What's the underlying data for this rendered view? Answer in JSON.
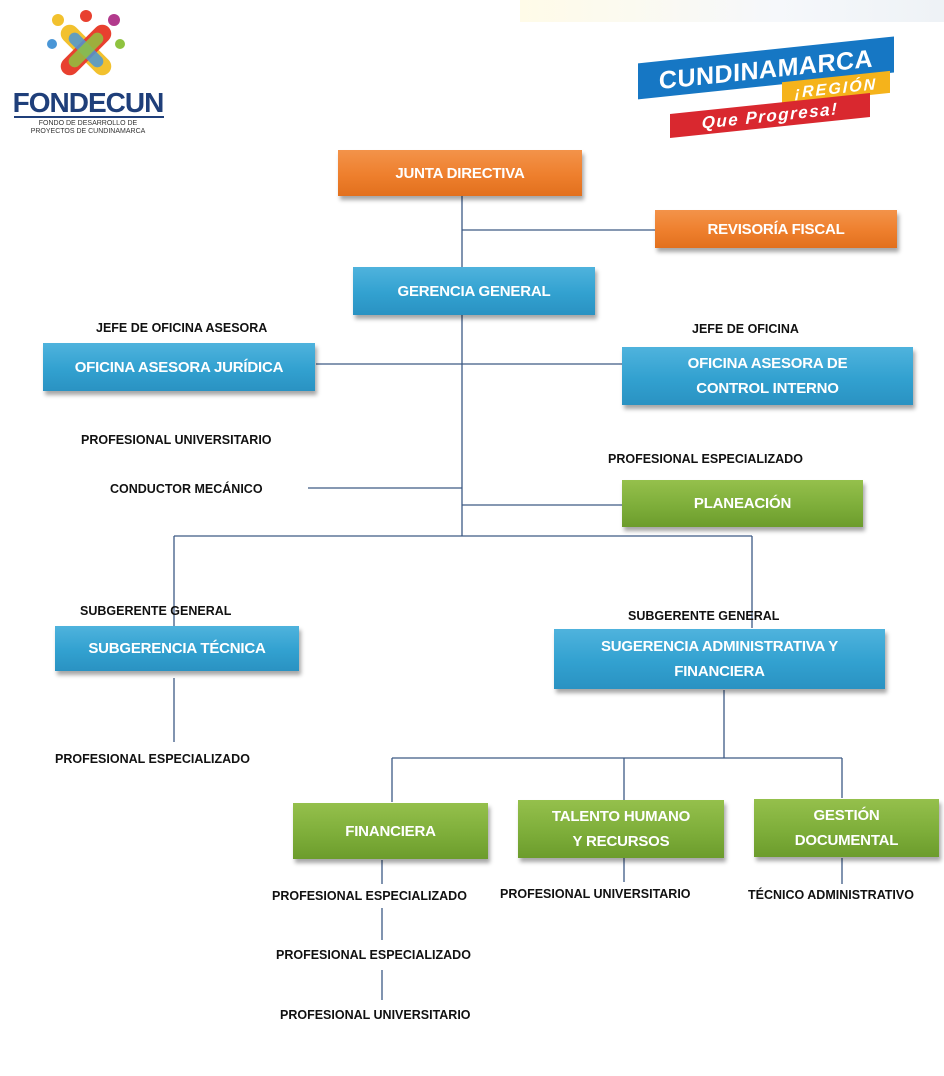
{
  "logos": {
    "fondecun": {
      "name": "FONDECUN",
      "subtitle_line1": "FONDO DE DESARROLLO DE",
      "subtitle_line2": "PROYECTOS DE CUNDINAMARCA"
    },
    "cundinamarca": {
      "line1": "CUNDINAMARCA",
      "line2": "¡REGIÓN",
      "line3": "Que Progresa!"
    }
  },
  "boxes": {
    "junta": "JUNTA DIRECTIVA",
    "revisoria": "REVISORÍA FISCAL",
    "gerencia": "GERENCIA GENERAL",
    "juridica": "OFICINA ASESORA JURÍDICA",
    "control_l1": "OFICINA ASESORA DE",
    "control_l2": "CONTROL INTERNO",
    "planeacion": "PLANEACIÓN",
    "sub_tecnica": "SUBGERENCIA TÉCNICA",
    "sub_admin_l1": "SUGERENCIA ADMINISTRATIVA Y",
    "sub_admin_l2": "FINANCIERA",
    "financiera": "FINANCIERA",
    "talento_l1": "TALENTO HUMANO",
    "talento_l2": "Y RECURSOS",
    "gestion_l1": "GESTIÓN",
    "gestion_l2": "DOCUMENTAL"
  },
  "labels": {
    "jefe_asesora": "JEFE DE OFICINA ASESORA",
    "jefe_oficina": "JEFE DE OFICINA",
    "prof_univ_1": "PROFESIONAL UNIVERSITARIO",
    "conductor": "CONDUCTOR MECÁNICO",
    "prof_esp_plan": "PROFESIONAL ESPECIALIZADO",
    "subgerente_1": "SUBGERENTE GENERAL",
    "subgerente_2": "SUBGERENTE GENERAL",
    "prof_esp_tec": "PROFESIONAL ESPECIALIZADO",
    "prof_esp_fin1": "PROFESIONAL ESPECIALIZADO",
    "prof_esp_fin2": "PROFESIONAL ESPECIALIZADO",
    "prof_univ_fin": "PROFESIONAL UNIVERSITARIO",
    "prof_univ_tal": "PROFESIONAL UNIVERSITARIO",
    "tecnico_adm": "TÉCNICO ADMINISTRATIVO"
  },
  "colors": {
    "orange": "#ee7f2d",
    "blue": "#32a1d0",
    "green": "#7eae3a",
    "connector": "#3d5a85"
  }
}
